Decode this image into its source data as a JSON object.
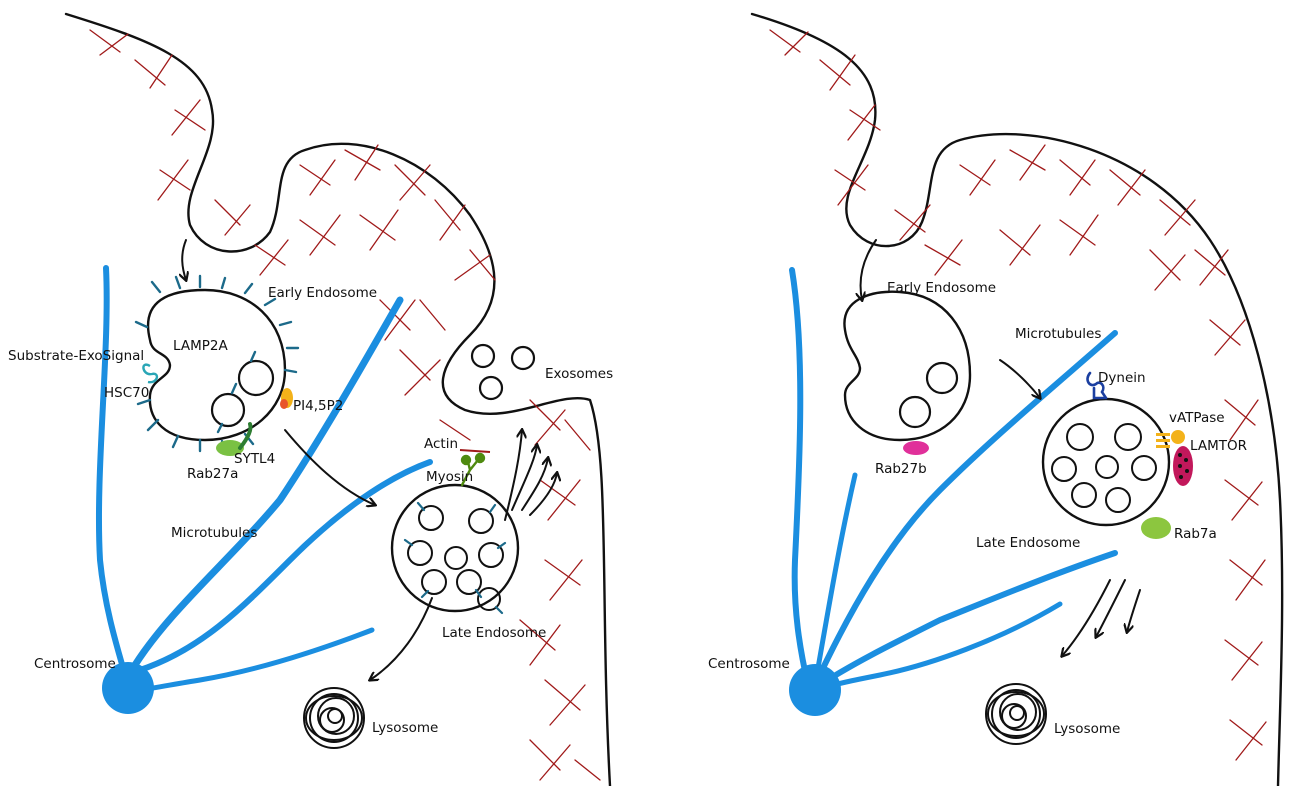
{
  "panels": {
    "left": {
      "labels": {
        "early_endosome": "Early Endosome",
        "lamp2a": "LAMP2A",
        "substrate": "Substrate-ExoSignal",
        "hsc70": "HSC70",
        "pi45p2": "PI4,5P2",
        "rab27a": "Rab27a",
        "sytl4": "SYTL4",
        "microtubules": "Microtubules",
        "actin": "Actin",
        "myosin": "Myosin",
        "exosomes": "Exosomes",
        "late_endosome": "Late Endosome",
        "centrosome": "Centrosome",
        "lysosome": "Lysosome"
      }
    },
    "right": {
      "labels": {
        "early_endosome": "Early Endosome",
        "rab27b": "Rab27b",
        "microtubules": "Microtubules",
        "dynein": "Dynein",
        "vatpase": "vATPase",
        "lamtor": "LAMTOR",
        "rab7a": "Rab7a",
        "late_endosome": "Late Endosome",
        "centrosome": "Centrosome",
        "lysosome": "Lysosome"
      }
    }
  },
  "colors": {
    "microtubule": "#1b8ee0",
    "cortical_actin": "#a01a1a",
    "lamp2a": "#1c6a8a",
    "hsc70": "#2aa6b6",
    "pi45p2": "#f3b21a",
    "rab27a": "#7ac143",
    "sytl4": "#2e7d32",
    "myosin": "#4f8a10",
    "rab27b": "#e0309a",
    "dynein": "#1b3fa0",
    "vatpase": "#f3b21a",
    "lamtor": "#c2185b",
    "rab7a": "#8cc63f"
  }
}
